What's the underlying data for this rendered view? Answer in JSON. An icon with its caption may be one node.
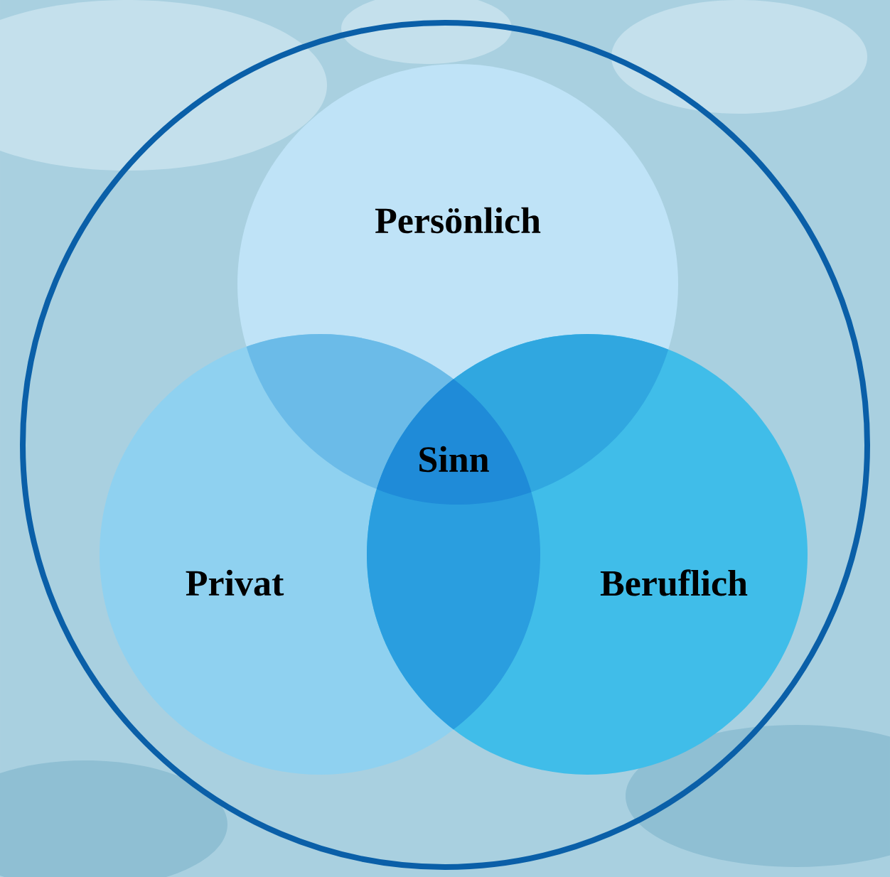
{
  "diagram": {
    "nodes": [
      {
        "text": [],
        "shape": "circle"
      },
      {
        "text": [
          "Persönlich"
        ],
        "in": 0
      },
      {
        "text": [
          "Privat"
        ],
        "in": 0
      },
      {
        "text": [
          "Beruflich"
        ],
        "in": 0
      }
    ],
    "labels": [
      "Sinn"
    ]
  }
}
